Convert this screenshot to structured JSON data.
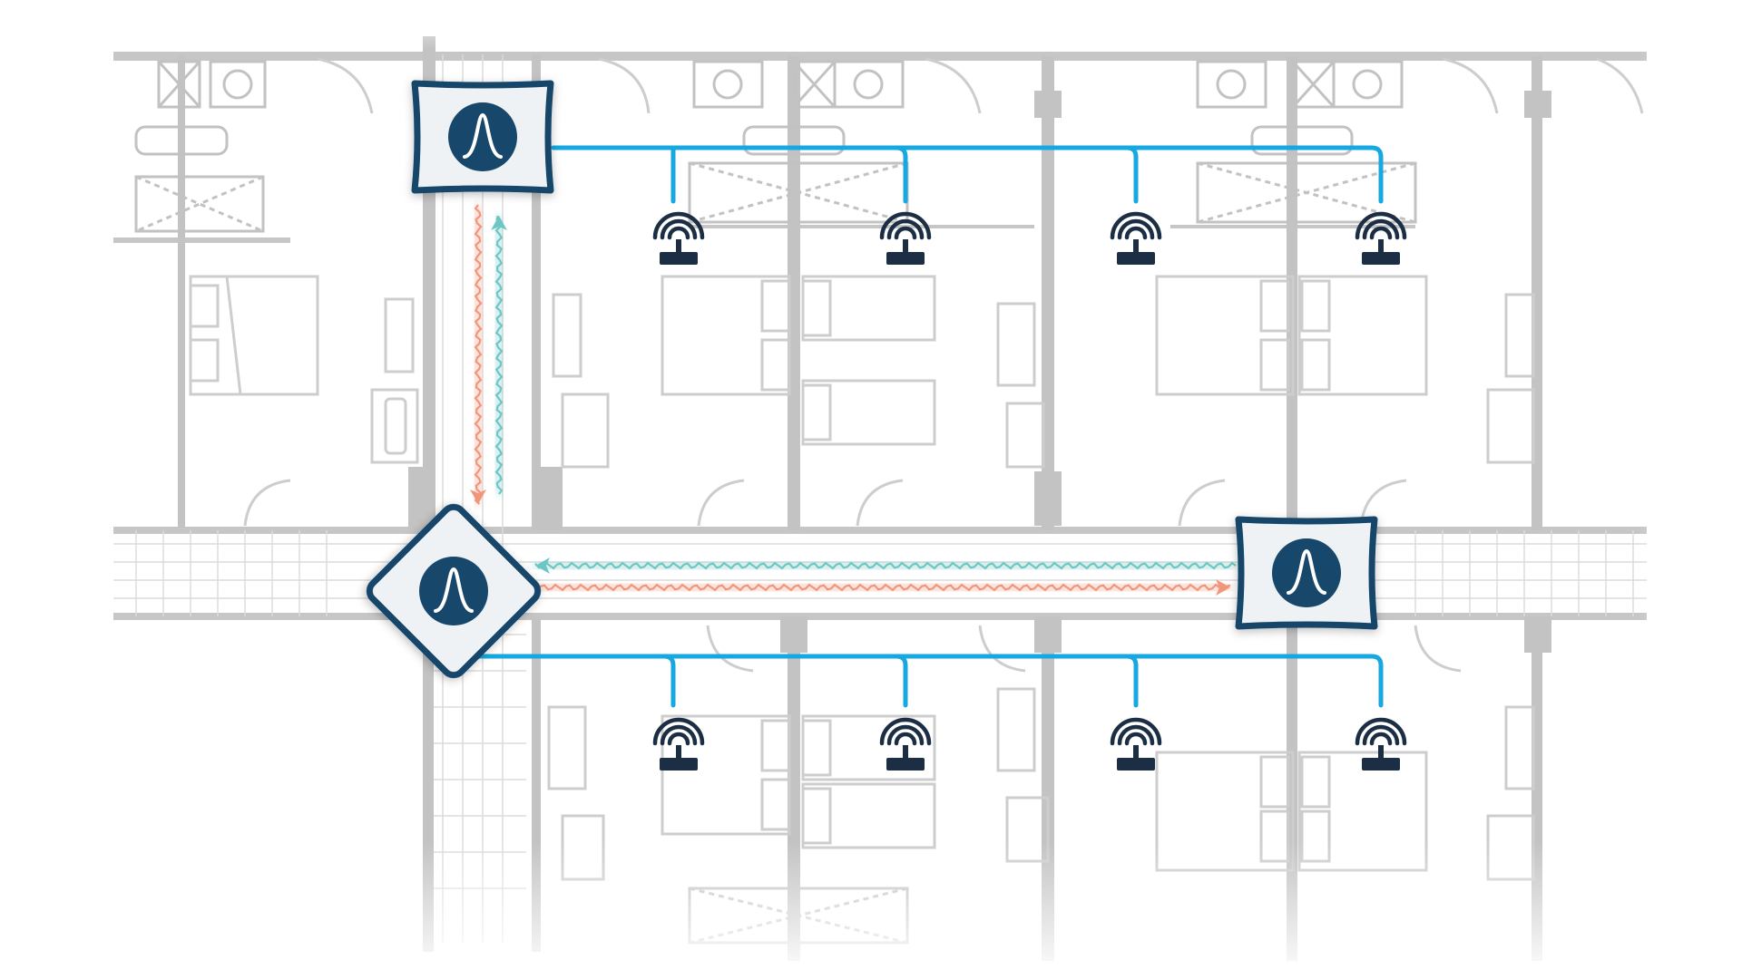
{
  "colors": {
    "background": "#ffffff",
    "wall": "#c9c9c9",
    "wall_dark": "#b7b7b7",
    "furniture": "#d6d6d6",
    "cable": "#16a8e0",
    "hub_fill": "#eef2f5",
    "hub_stroke": "#17476b",
    "hub_icon": "#17476b",
    "ap_icon": "#1c2e44",
    "signal_teal": "#6cc7c4",
    "signal_salmon": "#f0967a"
  },
  "icons": {
    "hub": "antenna-peak-icon",
    "access_point": "wifi-access-point-icon",
    "link_arrow": "arrow-icon"
  },
  "network": {
    "hubs": [
      {
        "name": "hub-top-left",
        "shape": "rounded-square"
      },
      {
        "name": "hub-center",
        "shape": "diamond"
      },
      {
        "name": "hub-right",
        "shape": "rounded-square"
      }
    ],
    "access_points": [
      {
        "name": "ap-top-1",
        "row": "top"
      },
      {
        "name": "ap-top-2",
        "row": "top"
      },
      {
        "name": "ap-top-3",
        "row": "top"
      },
      {
        "name": "ap-top-4",
        "row": "top"
      },
      {
        "name": "ap-bottom-1",
        "row": "bottom"
      },
      {
        "name": "ap-bottom-2",
        "row": "bottom"
      },
      {
        "name": "ap-bottom-3",
        "row": "bottom"
      },
      {
        "name": "ap-bottom-4",
        "row": "bottom"
      }
    ],
    "wireless_links": [
      {
        "from": "hub-top-left",
        "to": "hub-center"
      },
      {
        "from": "hub-center",
        "to": "hub-right"
      }
    ]
  }
}
